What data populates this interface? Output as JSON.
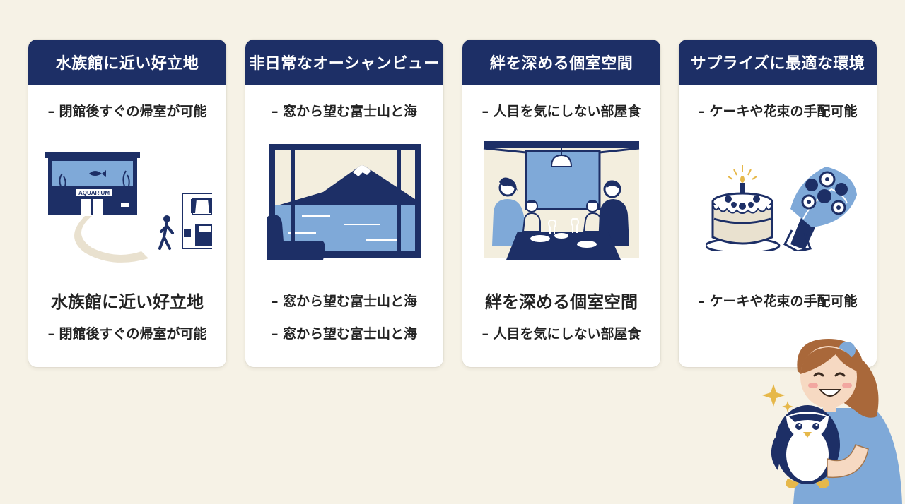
{
  "colors": {
    "background": "#f6f2e6",
    "navy": "#1d2f66",
    "light_blue": "#7fa9d8",
    "beige": "#e9e1cf"
  },
  "cards": [
    {
      "title": "水族館に近い好立地",
      "bullet": "– 閉館後すぐの帰室が可能",
      "repeat_title": "水族館に近い好立地",
      "repeat_bullet": "– 閉館後すぐの帰室が可能",
      "illustration_sign": "AQUARIUM",
      "icons": [
        "aquarium-building-icon",
        "walking-person-icon",
        "hotel-room-icon"
      ]
    },
    {
      "title": "非日常なオーシャンビュー",
      "bullet": "– 窓から望む富士山と海",
      "repeat_bullet_1": "– 窓から望む富士山と海",
      "repeat_bullet_2": "– 窓から望む富士山と海",
      "icons": [
        "window-mount-fuji-ocean-icon",
        "armchair-icon"
      ]
    },
    {
      "title": "絆を深める個室空間",
      "bullet": "– 人目を気にしない部屋食",
      "repeat_title": "絆を深める個室空間",
      "repeat_bullet": "– 人目を気にしない部屋食",
      "icons": [
        "family-dining-icon",
        "pendant-lamp-icon"
      ]
    },
    {
      "title": "サプライズに最適な環境",
      "bullet": "– ケーキや花束の手配可能",
      "repeat_bullet": "– ケーキや花束の手配可能",
      "icons": [
        "birthday-cake-icon",
        "flower-bouquet-icon"
      ]
    }
  ],
  "mascot": {
    "icons": [
      "smiling-girl-icon",
      "penguin-plush-icon",
      "sparkle-icon"
    ]
  }
}
